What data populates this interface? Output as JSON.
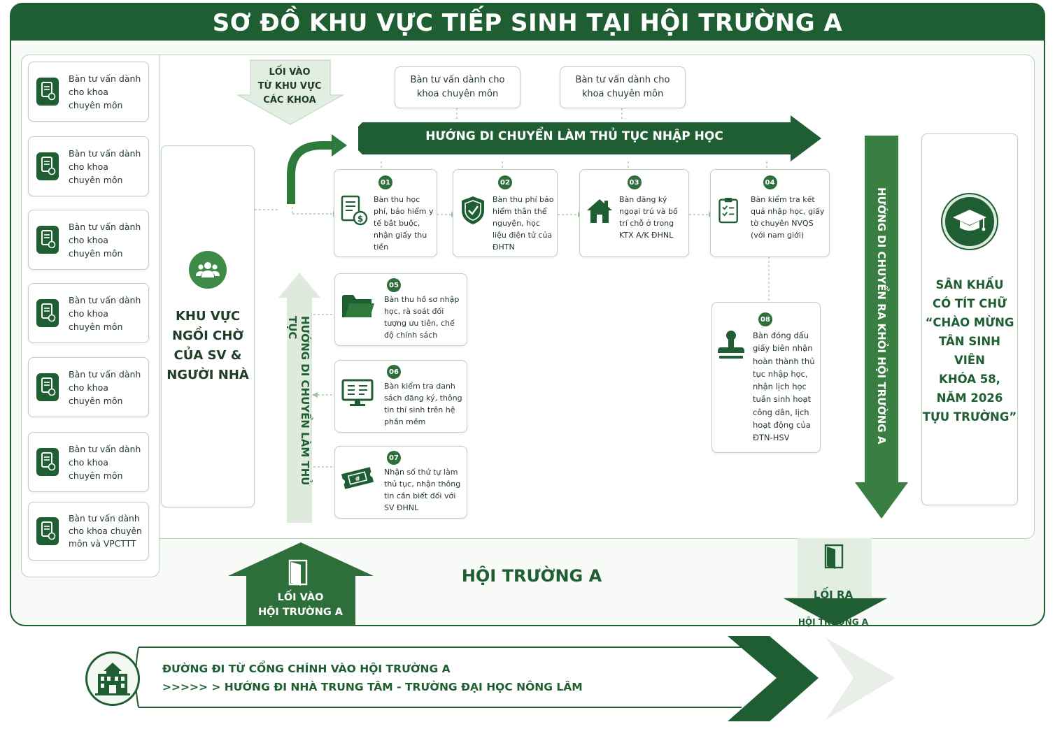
{
  "title": "SƠ ĐỒ KHU VỰC TIẾP SINH TẠI HỘI TRƯỜNG A",
  "colors": {
    "primary": "#1e5e32",
    "accent": "#3d8b46",
    "light": "#dfeadf",
    "border": "#b9d2b9"
  },
  "consult_boxes": [
    {
      "label": "Bàn tư vấn dành cho khoa chuyên môn",
      "icon": "document-icon"
    },
    {
      "label": "Bàn tư vấn dành cho khoa chuyên môn",
      "icon": "document-icon"
    },
    {
      "label": "Bàn tư vấn dành cho khoa chuyên môn",
      "icon": "document-icon"
    },
    {
      "label": "Bàn tư vấn dành cho khoa chuyên môn",
      "icon": "document-icon"
    },
    {
      "label": "Bàn tư vấn dành cho khoa chuyên môn",
      "icon": "document-icon"
    },
    {
      "label": "Bàn tư vấn dành cho khoa chuyên môn",
      "icon": "document-icon"
    },
    {
      "label": "Bàn tư vấn dành cho khoa chuyên môn và VPCTTT",
      "icon": "document-icon"
    }
  ],
  "top_consult_boxes": [
    "Bàn tư vấn dành cho khoa chuyên môn",
    "Bàn tư vấn dành cho khoa chuyên môn"
  ],
  "waiting_area": {
    "label": "KHU VỰC\nNGỒI CHỜ\nCỦA SV &\nNGƯỜI NHÀ",
    "icon": "people-group-icon"
  },
  "entry_faculties": "LỐI VÀO\nTỪ KHU VỰC\nCÁC KHOA",
  "main_flow_label": "HƯỚNG DI CHUYỂN LÀM THỦ TỤC NHẬP HỌC",
  "up_flow_label": "HƯỚNG DI CHUYỂN LÀM THỦ TỤC",
  "exit_flow_label": "HƯỚNG DI CHUYỂN RA KHỎI HỘI TRƯỜNG A",
  "steps": [
    {
      "num": "01",
      "text": "Bàn thu học phí, bảo hiểm y tế bắt buộc, nhận giấy thu tiền",
      "icon": "receipt-dollar-icon"
    },
    {
      "num": "02",
      "text": "Bàn thu phí bảo hiểm thân thể nguyện, học liệu điện tử của ĐHTN",
      "icon": "shield-icon"
    },
    {
      "num": "03",
      "text": "Bàn đăng ký ngoại trú và bố trí chỗ ở trong KTX A/K ĐHNL",
      "icon": "house-icon"
    },
    {
      "num": "04",
      "text": "Bàn kiểm tra kết quả nhập học, giấy tờ chuyên NVQS (với nam giới)",
      "icon": "clipboard-check-icon"
    },
    {
      "num": "05",
      "text": "Bàn thu hồ sơ nhập học, rà soát đối tượng ưu tiên, chế độ chính sách",
      "icon": "folder-icon"
    },
    {
      "num": "06",
      "text": "Bàn kiểm tra danh sách đăng ký, thông tin thí sinh trên hệ phần mềm",
      "icon": "monitor-icon"
    },
    {
      "num": "07",
      "text": "Nhận số thứ tự làm thủ tục, nhận thông tin cần biết đối với SV ĐHNL",
      "icon": "ticket-icon"
    },
    {
      "num": "08",
      "text": "Bàn đóng dấu giấy biên nhận hoàn thành thủ tục nhập học, nhận lịch học tuần sinh hoạt công dân, lịch hoạt động của ĐTN-HSV",
      "icon": "stamp-icon"
    }
  ],
  "stage": {
    "label": "SÂN KHẤU\nCÓ TÍT CHỮ\n“CHÀO MỪNG\nTÂN SINH VIÊN\nKHÓA 58,\nNĂM 2026\nTỰU TRƯỜNG”",
    "icon": "graduation-cap-icon"
  },
  "hall_label": "HỘI TRƯỜNG A",
  "entry_hall": "LỐI VÀO\nHỘI TRƯỜNG A",
  "exit_hall": {
    "line1": "LỐI RA",
    "line2": "HỘI TRƯỜNG A"
  },
  "path": {
    "line1": "ĐƯỜNG ĐI TỪ CỔNG CHÍNH VÀO HỘI TRƯỜNG A",
    "line2": ">>>>> > HƯỚNG ĐI NHÀ TRUNG TÂM - TRƯỜNG ĐẠI HỌC NÔNG LÂM",
    "icon": "building-icon"
  }
}
